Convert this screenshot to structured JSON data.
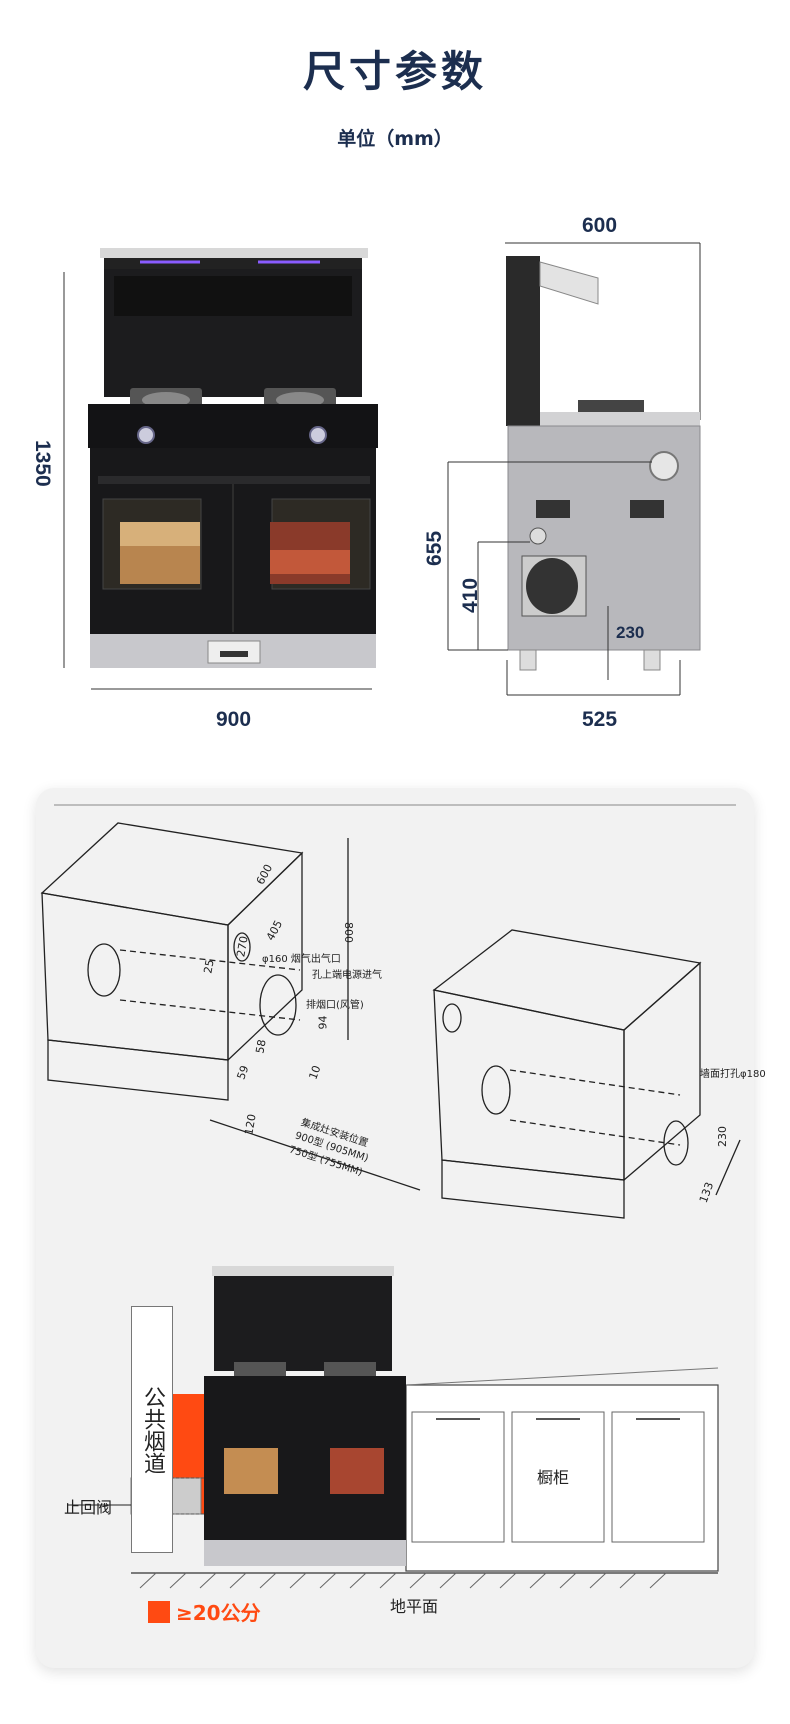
{
  "header": {
    "title": "尺寸参数",
    "unit": "单位（mm）"
  },
  "front_view": {
    "height": "1350",
    "width": "900"
  },
  "side_view": {
    "depth_top": "600",
    "height_655": "655",
    "height_410": "410",
    "inner_230": "230",
    "depth_bottom": "525"
  },
  "sketch": {
    "dims": [
      "600",
      "405",
      "800",
      "270",
      "94",
      "10",
      "59",
      "120",
      "230",
      "133",
      "25",
      "58"
    ],
    "notes": {
      "flue_port": "φ160 烟气出气口",
      "power_hole": "孔上端电源进气",
      "exhaust": "排烟口(风管)",
      "install_line1": "集成灶安装位置",
      "install_line2": "900型 (905MM)",
      "install_line3": "750型 (755MM)",
      "wall_hole": "墙面打孔φ180"
    }
  },
  "install": {
    "flue": "公共烟道",
    "valve": "止回阀",
    "cabinet": "橱柜",
    "floor": "地平面",
    "legend": "≥20公分",
    "legend_color": "#ff4a12"
  },
  "colors": {
    "navy": "#1c2e4f",
    "orange": "#ff4a12"
  }
}
